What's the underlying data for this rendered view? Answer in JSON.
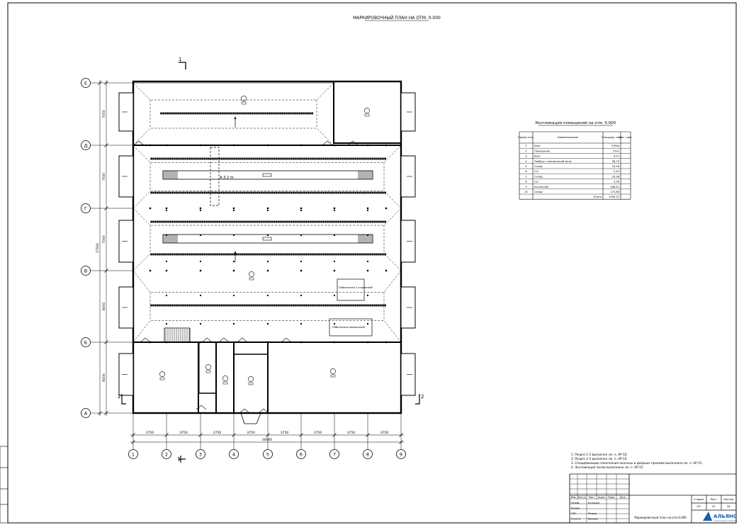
{
  "title": "МАРКИРОВОЧНЫЙ ПЛАН НА ОТМ. 0.000",
  "axes_rows": [
    "Е",
    "Д",
    "Г",
    "В",
    "Б",
    "А"
  ],
  "axes_cols": [
    "1",
    "2",
    "3",
    "4",
    "5",
    "6",
    "7",
    "8",
    "9"
  ],
  "dims_cols": [
    "3750",
    "3750",
    "3750",
    "3750",
    "3750",
    "3750",
    "3750",
    "3750"
  ],
  "dim_total_cols": "30000",
  "dims_rows": [
    "7000",
    "7000",
    "7000",
    "6000",
    "6000"
  ],
  "dim_total_rows": "37000",
  "section_marks": [
    "1",
    "1",
    "2",
    "2"
  ],
  "room_tags": [
    "А-3.2 m"
  ],
  "annotations": [
    "Побелочная 2 отделений",
    "Побелочная помещений"
  ],
  "explication": {
    "title": "Экспликация помещений на отм. 0.000",
    "headers": [
      "Номер пом.",
      "Наименование",
      "Площадь, кв.м",
      "Кат. пом."
    ],
    "rows": [
      [
        "1",
        "Бокс",
        "576кв",
        ""
      ],
      [
        "2",
        "Помещение",
        "57кп",
        ""
      ],
      [
        "3",
        "Бокс",
        "4,07",
        ""
      ],
      [
        "4",
        "Тамбур с технической зоны",
        "58,79",
        ""
      ],
      [
        "5",
        "Склад",
        "10,56",
        ""
      ],
      [
        "6",
        "С/у",
        "2,44",
        ""
      ],
      [
        "7",
        "Склад",
        "16,38",
        ""
      ],
      [
        "8",
        "С/у",
        "2,96",
        ""
      ],
      [
        "9",
        "Котельная",
        "286,41",
        ""
      ],
      [
        "10",
        "Склад",
        "175,88",
        ""
      ]
    ],
    "total_label": "Итого",
    "total_value": "1009,15"
  },
  "notes": [
    "1. Разрез 1-1 выполнен см. л. АР-10.",
    "2. Разрез 2-2 выполнен см. л. АР-10.",
    "3. Спецификацию заполнения оконных и дверных проемов выполнена см. л. АР-15.",
    "4. Экспликация полов выполнена см. л. АР-15."
  ],
  "stamp": {
    "sheet_name": "Маркировочный план на отм.0.000",
    "stage_header": "Стадия",
    "sheet_header": "Лист",
    "sheets_header": "Листов",
    "stage": "ЭП",
    "sheet": "15",
    "sheets": "18",
    "company": "АЛЬЯНС",
    "company_sub": "строительная компания",
    "col_headers": [
      "Изм.",
      "Кол.уч",
      "Лист",
      "№док",
      "Подп.",
      "Дата"
    ],
    "roles": [
      "Разраб.",
      "Провер.",
      "ГИП",
      "Н.контр."
    ],
    "names": [
      "Кузнецов",
      "",
      "Петров",
      "Иванова"
    ]
  },
  "colors": {
    "line": "#000000",
    "paper": "#ffffff"
  }
}
